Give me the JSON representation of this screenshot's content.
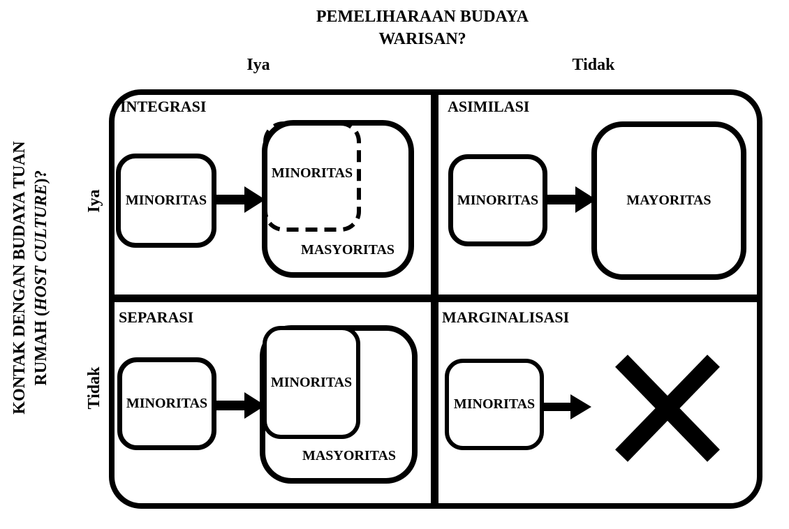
{
  "title": {
    "line1": "PEMELIHARAAN BUDAYA",
    "line2": "WARISAN?"
  },
  "columns": {
    "yes": "Iya",
    "no": "Tidak"
  },
  "rows": {
    "yes": "Iya",
    "no": "Tidak"
  },
  "side_label": {
    "line1": "KONTAK DENGAN BUDAYA TUAN",
    "line2_prefix": "RUMAH (",
    "line2_italic": "HOST CULTURE",
    "line2_suffix": ")?"
  },
  "quadrants": {
    "integrasi": {
      "title": "INTEGRASI",
      "minority": "MINORITAS",
      "inner_minority": "MINORITAS",
      "majority": "MASYORITAS"
    },
    "asimilasi": {
      "title": "ASIMILASI",
      "minority": "MINORITAS",
      "majority": "MAYORITAS"
    },
    "separasi": {
      "title": "SEPARASI",
      "minority": "MINORITAS",
      "inner_minority": "MINORITAS",
      "majority": "MASYORITAS"
    },
    "marginalisasi": {
      "title": "MARGINALISASI",
      "minority": "MINORITAS"
    }
  },
  "icons": {
    "arrow": "right-arrow",
    "x_mark": "crossed-out"
  },
  "colors": {
    "ink": "#000000",
    "paper": "#ffffff"
  }
}
